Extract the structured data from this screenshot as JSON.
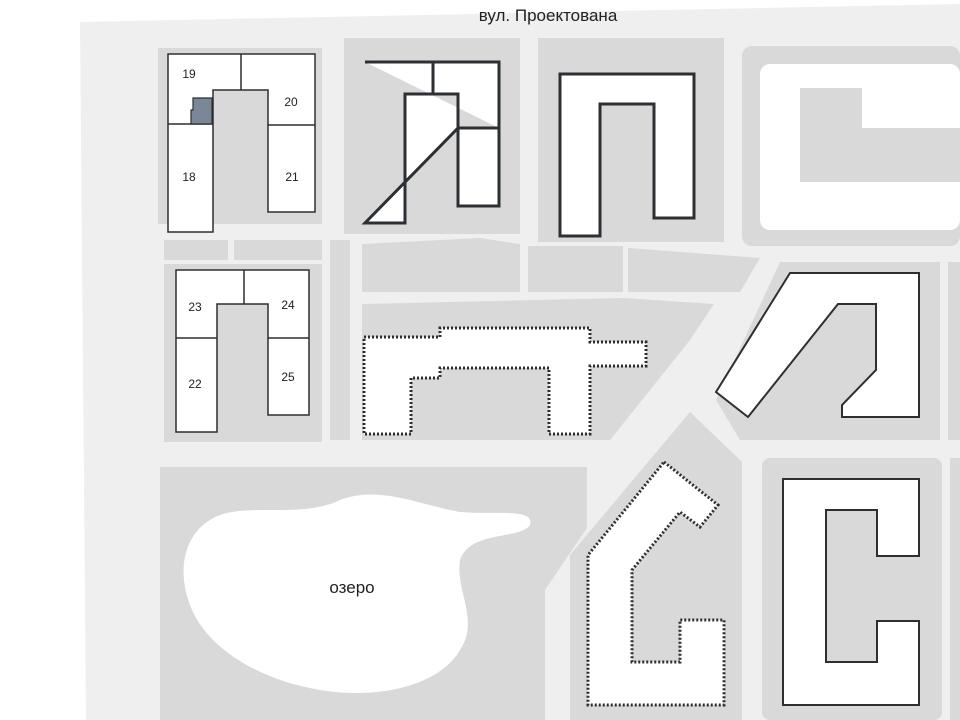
{
  "street_name": "вул. Проектована",
  "lake_label": "озеро",
  "sections": [
    {
      "number": "19"
    },
    {
      "number": "20"
    },
    {
      "number": "18"
    },
    {
      "number": "21"
    },
    {
      "number": "23"
    },
    {
      "number": "24"
    },
    {
      "number": "22"
    },
    {
      "number": "25"
    }
  ],
  "colors": {
    "ground": "#efefef",
    "block": "#d9d9d9",
    "building_outline": "#2c2f33",
    "selected_unit": "#7a8797"
  }
}
